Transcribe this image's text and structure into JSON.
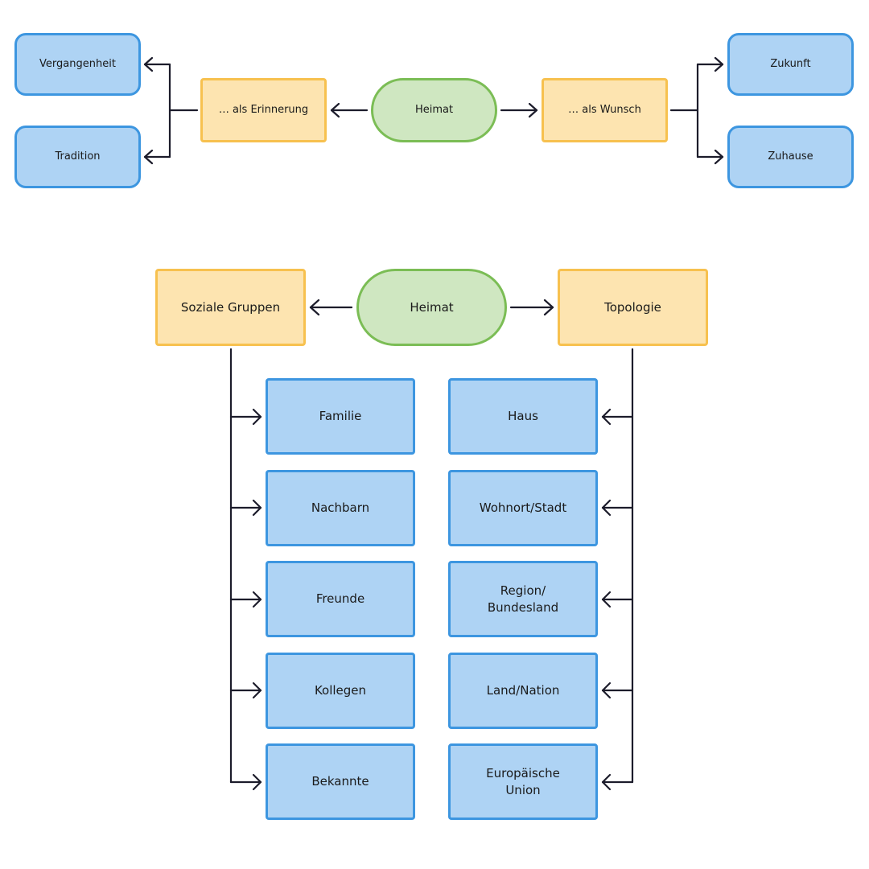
{
  "colors": {
    "leaf_fill": "#aed3f4",
    "leaf_border": "#3d96e0",
    "branch_fill": "#fde4b0",
    "branch_border": "#f7c14f",
    "root_fill": "#cfe7c1",
    "root_border": "#7bbd55",
    "connector": "#1c1c2b"
  },
  "top_diagram": {
    "center": "Heimat",
    "left_branch": "… als Erinnerung",
    "right_branch": "… als Wunsch",
    "left_leaves": [
      "Vergangenheit",
      "Tradition"
    ],
    "right_leaves": [
      "Zukunft",
      "Zuhause"
    ]
  },
  "main_diagram": {
    "center": "Heimat",
    "left_branch": "Soziale Gruppen",
    "right_branch": "Topologie",
    "left_leaves": [
      "Familie",
      "Nachbarn",
      "Freunde",
      "Kollegen",
      "Bekannte"
    ],
    "right_leaves": [
      "Haus",
      "Wohnort/Stadt",
      "Region/\nBundesland",
      "Land/Nation",
      "Europäische\nUnion"
    ]
  }
}
